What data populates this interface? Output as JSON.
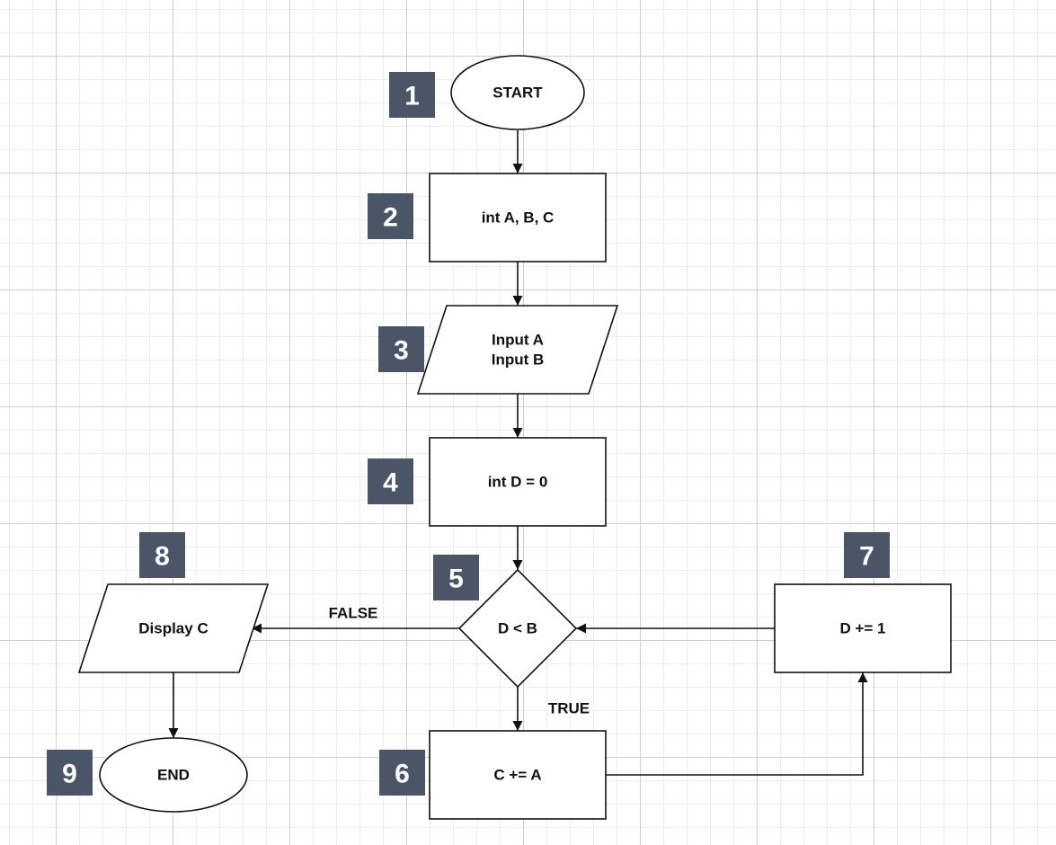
{
  "colors": {
    "badge_fill": "#4a5668",
    "badge_text": "#ffffff",
    "stroke": "#111111",
    "shape_fill": "#ffffff"
  },
  "nodes": [
    {
      "id": "start",
      "shape": "terminator",
      "lines": [
        "START"
      ],
      "badge": "1"
    },
    {
      "id": "declare",
      "shape": "process",
      "lines": [
        "int A, B, C"
      ],
      "badge": "2"
    },
    {
      "id": "input",
      "shape": "io",
      "lines": [
        "Input A",
        "Input B"
      ],
      "badge": "3"
    },
    {
      "id": "init",
      "shape": "process",
      "lines": [
        "int D = 0"
      ],
      "badge": "4"
    },
    {
      "id": "decision",
      "shape": "decision",
      "lines": [
        "D < B"
      ],
      "badge": "5"
    },
    {
      "id": "accumulate",
      "shape": "process",
      "lines": [
        "C += A"
      ],
      "badge": "6"
    },
    {
      "id": "increment",
      "shape": "process",
      "lines": [
        "D += 1"
      ],
      "badge": "7"
    },
    {
      "id": "display",
      "shape": "io",
      "lines": [
        "Display C"
      ],
      "badge": "8"
    },
    {
      "id": "end",
      "shape": "terminator",
      "lines": [
        "END"
      ],
      "badge": "9"
    }
  ],
  "edges": [
    {
      "from": "start",
      "to": "declare",
      "label": ""
    },
    {
      "from": "declare",
      "to": "input",
      "label": ""
    },
    {
      "from": "input",
      "to": "init",
      "label": ""
    },
    {
      "from": "init",
      "to": "decision",
      "label": ""
    },
    {
      "from": "decision",
      "to": "display",
      "label": "FALSE"
    },
    {
      "from": "decision",
      "to": "accumulate",
      "label": "TRUE"
    },
    {
      "from": "accumulate",
      "to": "increment",
      "label": ""
    },
    {
      "from": "increment",
      "to": "decision",
      "label": ""
    },
    {
      "from": "display",
      "to": "end",
      "label": ""
    }
  ]
}
